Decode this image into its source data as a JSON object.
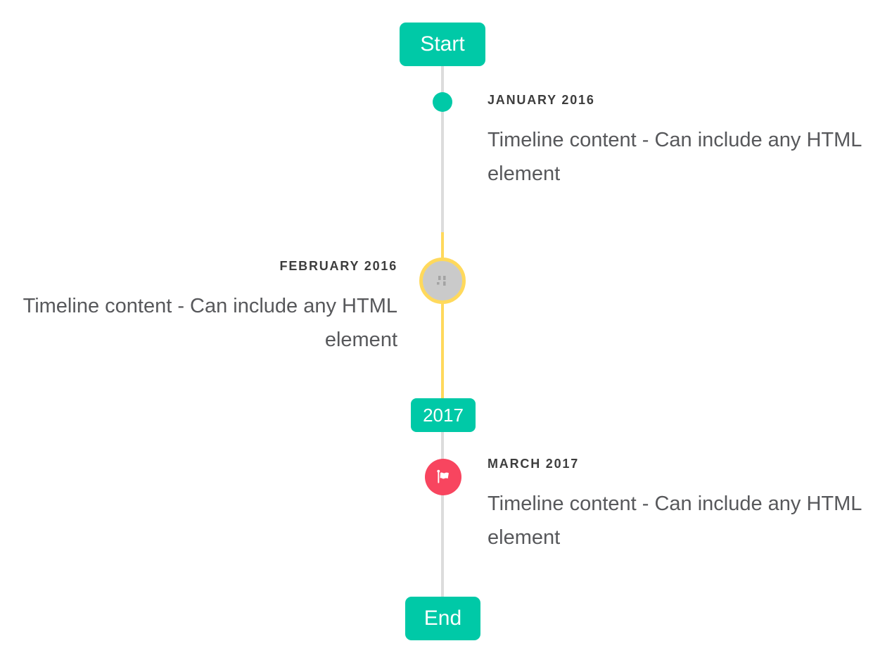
{
  "timeline": {
    "start_label": "Start",
    "end_label": "End",
    "year_badge": "2017",
    "events": [
      {
        "date": "JANUARY 2016",
        "content": "Timeline content - Can include any HTML element",
        "side": "right",
        "marker": "dot-icon"
      },
      {
        "date": "FEBRUARY 2016",
        "content": "Timeline content - Can include any HTML element",
        "side": "left",
        "marker": "image-placeholder-icon"
      },
      {
        "date": "MARCH 2017",
        "content": "Timeline content - Can include any HTML element",
        "side": "right",
        "marker": "flag-icon"
      }
    ],
    "colors": {
      "accent_teal": "#00c9a7",
      "accent_yellow": "#ffd95c",
      "accent_red": "#f8455f",
      "line_gray": "#dcdcdc",
      "marker_gray_fill": "#cacaca",
      "date_text": "#3d3d3d",
      "content_text": "#57585b"
    }
  }
}
